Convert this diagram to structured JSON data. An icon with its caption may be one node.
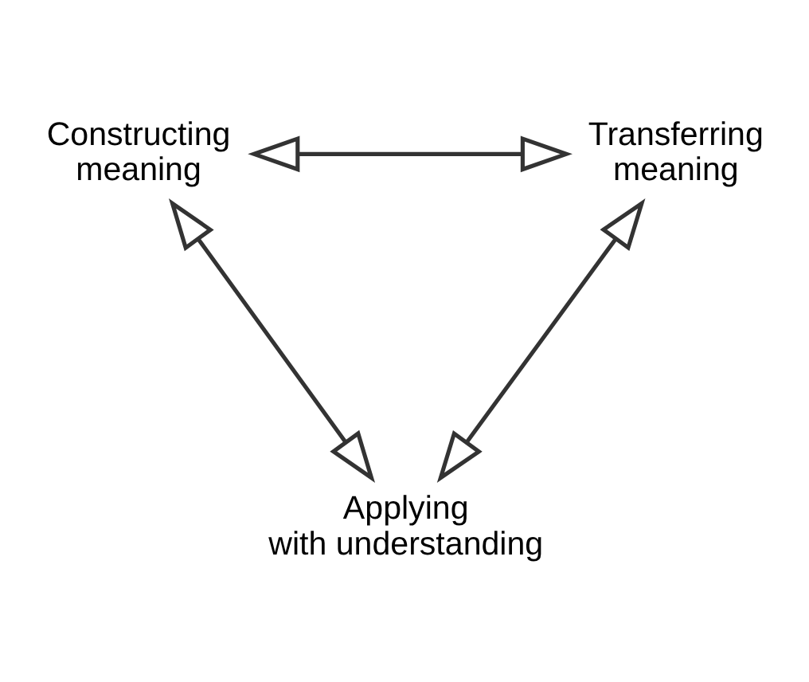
{
  "diagram": {
    "nodes": [
      {
        "text": [
          "Constructing meaning"
        ]
      },
      {
        "text": [
          "Transferring meaning"
        ]
      },
      {
        "text": [
          "Applying with understanding"
        ]
      }
    ],
    "edges": [
      {
        "from": 0,
        "to": 1,
        "arrow": "both"
      },
      {
        "from": 1,
        "to": 2,
        "arrow": "both"
      },
      {
        "from": 2,
        "to": 0,
        "arrow": "both"
      }
    ]
  }
}
